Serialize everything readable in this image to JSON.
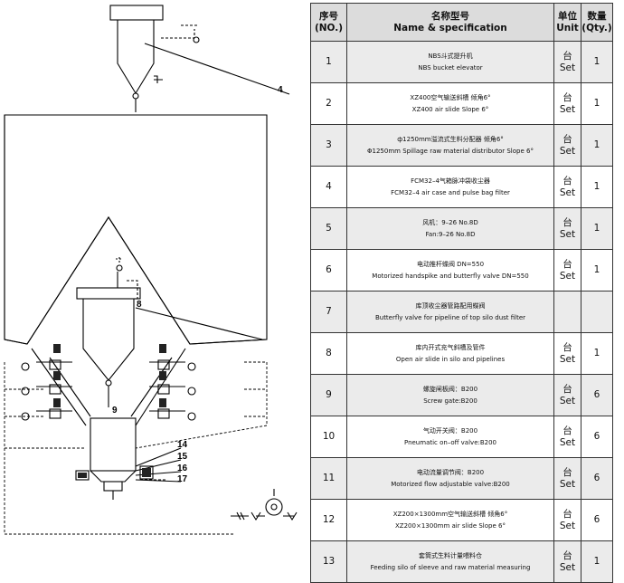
{
  "table": {
    "header": {
      "no": [
        "序号",
        "(NO.)"
      ],
      "spec": [
        "名称型号",
        "Name & specification"
      ],
      "unit": [
        "单位",
        "Unit"
      ],
      "qty": [
        "数量",
        "(Qty.)"
      ]
    },
    "rows": [
      {
        "no": "1",
        "spec": [
          "NBS斗式提升机",
          "NBS bucket elevator"
        ],
        "unit": [
          "台",
          "Set"
        ],
        "qty": "1"
      },
      {
        "no": "2",
        "spec": [
          "XZ400空气输送斜槽  倾角6°",
          "XZ400 air slide Slope 6°"
        ],
        "unit": [
          "台",
          "Set"
        ],
        "qty": "1"
      },
      {
        "no": "3",
        "spec": [
          "ф1250mm溢流式生料分配器  倾角6°",
          "Φ1250mm Spillage raw material distributor Slope 6°"
        ],
        "unit": [
          "台",
          "Set"
        ],
        "qty": "1"
      },
      {
        "no": "4",
        "spec": [
          "FCM32–4气箱脉冲袋收尘器",
          "FCM32–4 air case and pulse bag filter"
        ],
        "unit": [
          "台",
          "Set"
        ],
        "qty": "1"
      },
      {
        "no": "5",
        "spec": [
          "风机：9–26 No.8D",
          "Fan:9–26 No.8D"
        ],
        "unit": [
          "台",
          "Set"
        ],
        "qty": "1"
      },
      {
        "no": "6",
        "spec": [
          "电动推杆蝶阀  DN=550",
          "Motorized handspike and butterfly valve DN=550"
        ],
        "unit": [
          "台",
          "Set"
        ],
        "qty": "1"
      },
      {
        "no": "7",
        "spec": [
          "库顶收尘器管路配用蝶阀",
          "Butterfly valve for pipeline of top silo dust filter"
        ],
        "unit": [
          "",
          ""
        ],
        "qty": ""
      },
      {
        "no": "8",
        "spec": [
          "库内开式充气斜槽及管件",
          "Open air slide in silo and pipelines"
        ],
        "unit": [
          "台",
          "Set"
        ],
        "qty": "1"
      },
      {
        "no": "9",
        "spec": [
          "螺旋闸板阀：B200",
          "Screw gate:B200"
        ],
        "unit": [
          "台",
          "Set"
        ],
        "qty": "6"
      },
      {
        "no": "10",
        "spec": [
          "气动开关阀：B200",
          "Pneumatic on–off valve:B200"
        ],
        "unit": [
          "台",
          "Set"
        ],
        "qty": "6"
      },
      {
        "no": "11",
        "spec": [
          "电动流量调节阀：B200",
          "Motorized flow adjustable valve:B200"
        ],
        "unit": [
          "台",
          "Set"
        ],
        "qty": "6"
      },
      {
        "no": "12",
        "spec": [
          "XZ200×1300mm空气输送斜槽  倾角6°",
          "XZ200×1300mm air slide Slope 6°"
        ],
        "unit": [
          "台",
          "Set"
        ],
        "qty": "6"
      },
      {
        "no": "13",
        "spec": [
          "套筒式生料计量喂料仓",
          "Feeding silo of sleeve and raw material measuring"
        ],
        "unit": [
          "台",
          "Set"
        ],
        "qty": "1"
      }
    ]
  },
  "diagram": {
    "labels": [
      "4",
      "8",
      "9",
      "14",
      "15",
      "16",
      "17"
    ]
  }
}
